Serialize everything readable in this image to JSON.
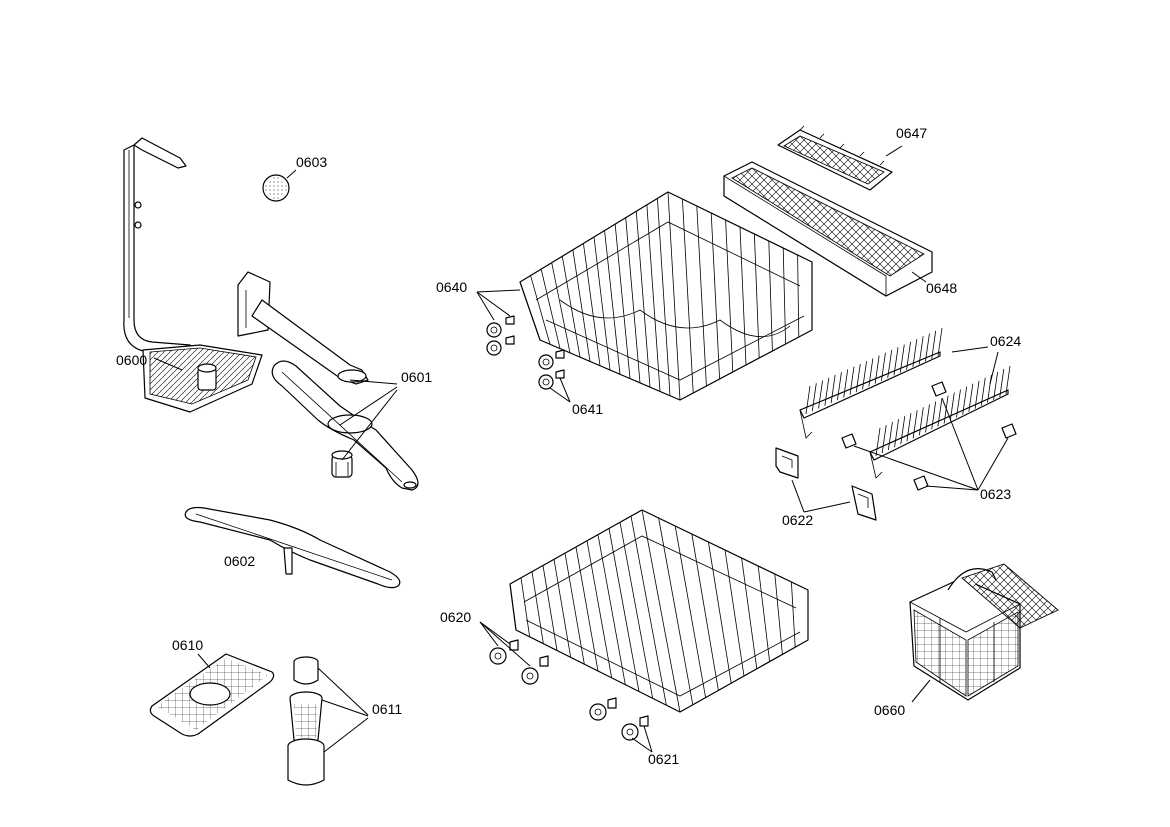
{
  "labels": {
    "p0600": "0600",
    "p0601": "0601",
    "p0602": "0602",
    "p0603": "0603",
    "p0610": "0610",
    "p0611": "0611",
    "p0620": "0620",
    "p0621": "0621",
    "p0622": "0622",
    "p0623": "0623",
    "p0624": "0624",
    "p0640": "0640",
    "p0641": "0641",
    "p0647": "0647",
    "p0648": "0648",
    "p0660": "0660"
  }
}
